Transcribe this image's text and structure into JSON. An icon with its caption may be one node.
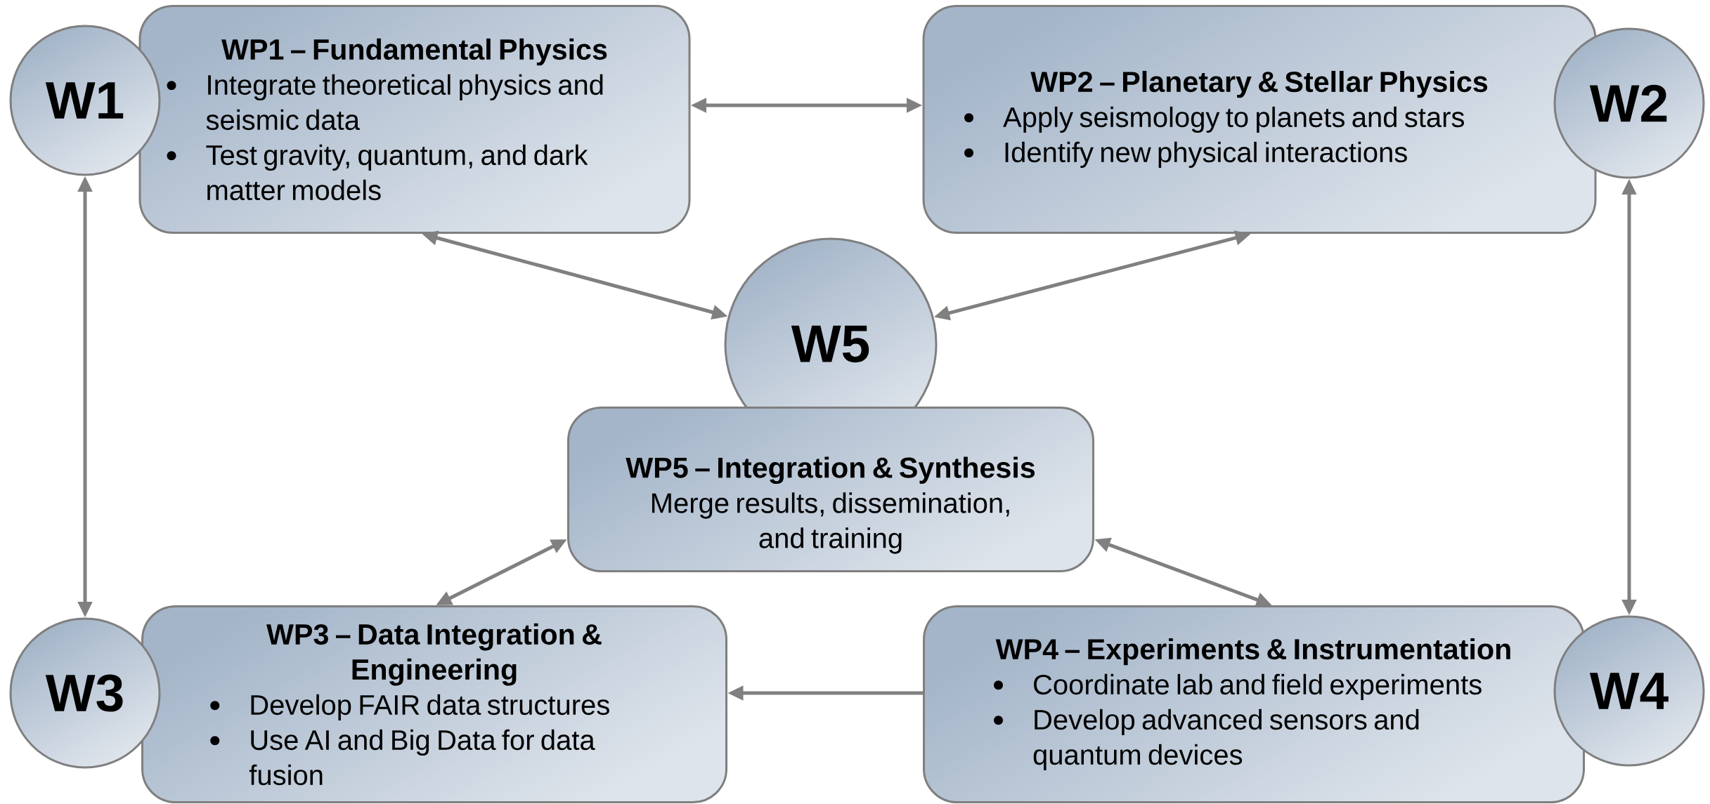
{
  "diagram": {
    "nodes": [
      {
        "text": [
          "W1"
        ]
      },
      {
        "text": [
          "WP1 – Fundamental Physics",
          "Integrate theoretical physics and seismic data",
          "Test gravity, quantum, and dark matter models"
        ]
      },
      {
        "text": [
          "WP2 – Planetary & Stellar Physics",
          "Apply seismology to planets and stars",
          "Identify new physical interactions"
        ]
      },
      {
        "text": [
          "W2"
        ]
      },
      {
        "text": [
          "W5"
        ]
      },
      {
        "text": [
          "WP5 – Integration & Synthesis",
          "Merge results, dissemination, and training"
        ]
      },
      {
        "text": [
          "W3"
        ]
      },
      {
        "text": [
          "WP3 – Data Integration & Engineering",
          "Develop FAIR data structures",
          "Use AI and Big Data for data fusion"
        ]
      },
      {
        "text": [
          "WP4 – Experiments & Instrumentation",
          "Coordinate lab and field experiments",
          "Develop advanced sensors and quantum devices"
        ]
      },
      {
        "text": [
          "W4"
        ]
      }
    ],
    "edges": [
      {
        "from": 1,
        "to": 2,
        "arrow": "both"
      },
      {
        "from": 1,
        "to": 4,
        "arrow": "both"
      },
      {
        "from": 2,
        "to": 4,
        "arrow": "both"
      },
      {
        "from": 0,
        "to": 6,
        "arrow": "both"
      },
      {
        "from": 3,
        "to": 9,
        "arrow": "both"
      },
      {
        "from": 5,
        "to": 7,
        "arrow": "both"
      },
      {
        "from": 5,
        "to": 8,
        "arrow": "both"
      },
      {
        "from": 8,
        "to": 7,
        "arrow": "to"
      }
    ]
  }
}
